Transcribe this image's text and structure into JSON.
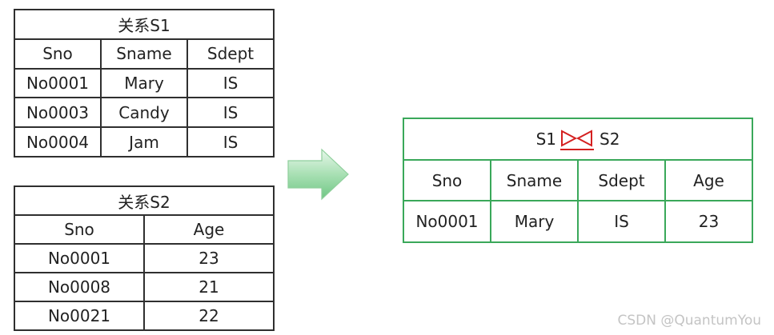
{
  "s1": {
    "title": "关系S1",
    "headers": [
      "Sno",
      "Sname",
      "Sdept"
    ],
    "rows": [
      [
        "No0001",
        "Mary",
        "IS"
      ],
      [
        "No0003",
        "Candy",
        "IS"
      ],
      [
        "No0004",
        "Jam",
        "IS"
      ]
    ]
  },
  "s2": {
    "title": "关系S2",
    "headers": [
      "Sno",
      "Age"
    ],
    "rows": [
      [
        "No0001",
        "23"
      ],
      [
        "No0008",
        "21"
      ],
      [
        "No0021",
        "22"
      ]
    ]
  },
  "result": {
    "left": "S1",
    "right": "S2",
    "join_symbol": "natural-join-icon",
    "headers": [
      "Sno",
      "Sname",
      "Sdept",
      "Age"
    ],
    "rows": [
      [
        "No0001",
        "Mary",
        "IS",
        "23"
      ]
    ]
  },
  "arrow_icon": "right-arrow-icon",
  "watermark": "CSDN @QuantumYou",
  "colors": {
    "border_dark": "#2f2f2f",
    "border_green": "#3aa85a",
    "join_red": "#d42020",
    "arrow_green": "#9bd9a8"
  }
}
